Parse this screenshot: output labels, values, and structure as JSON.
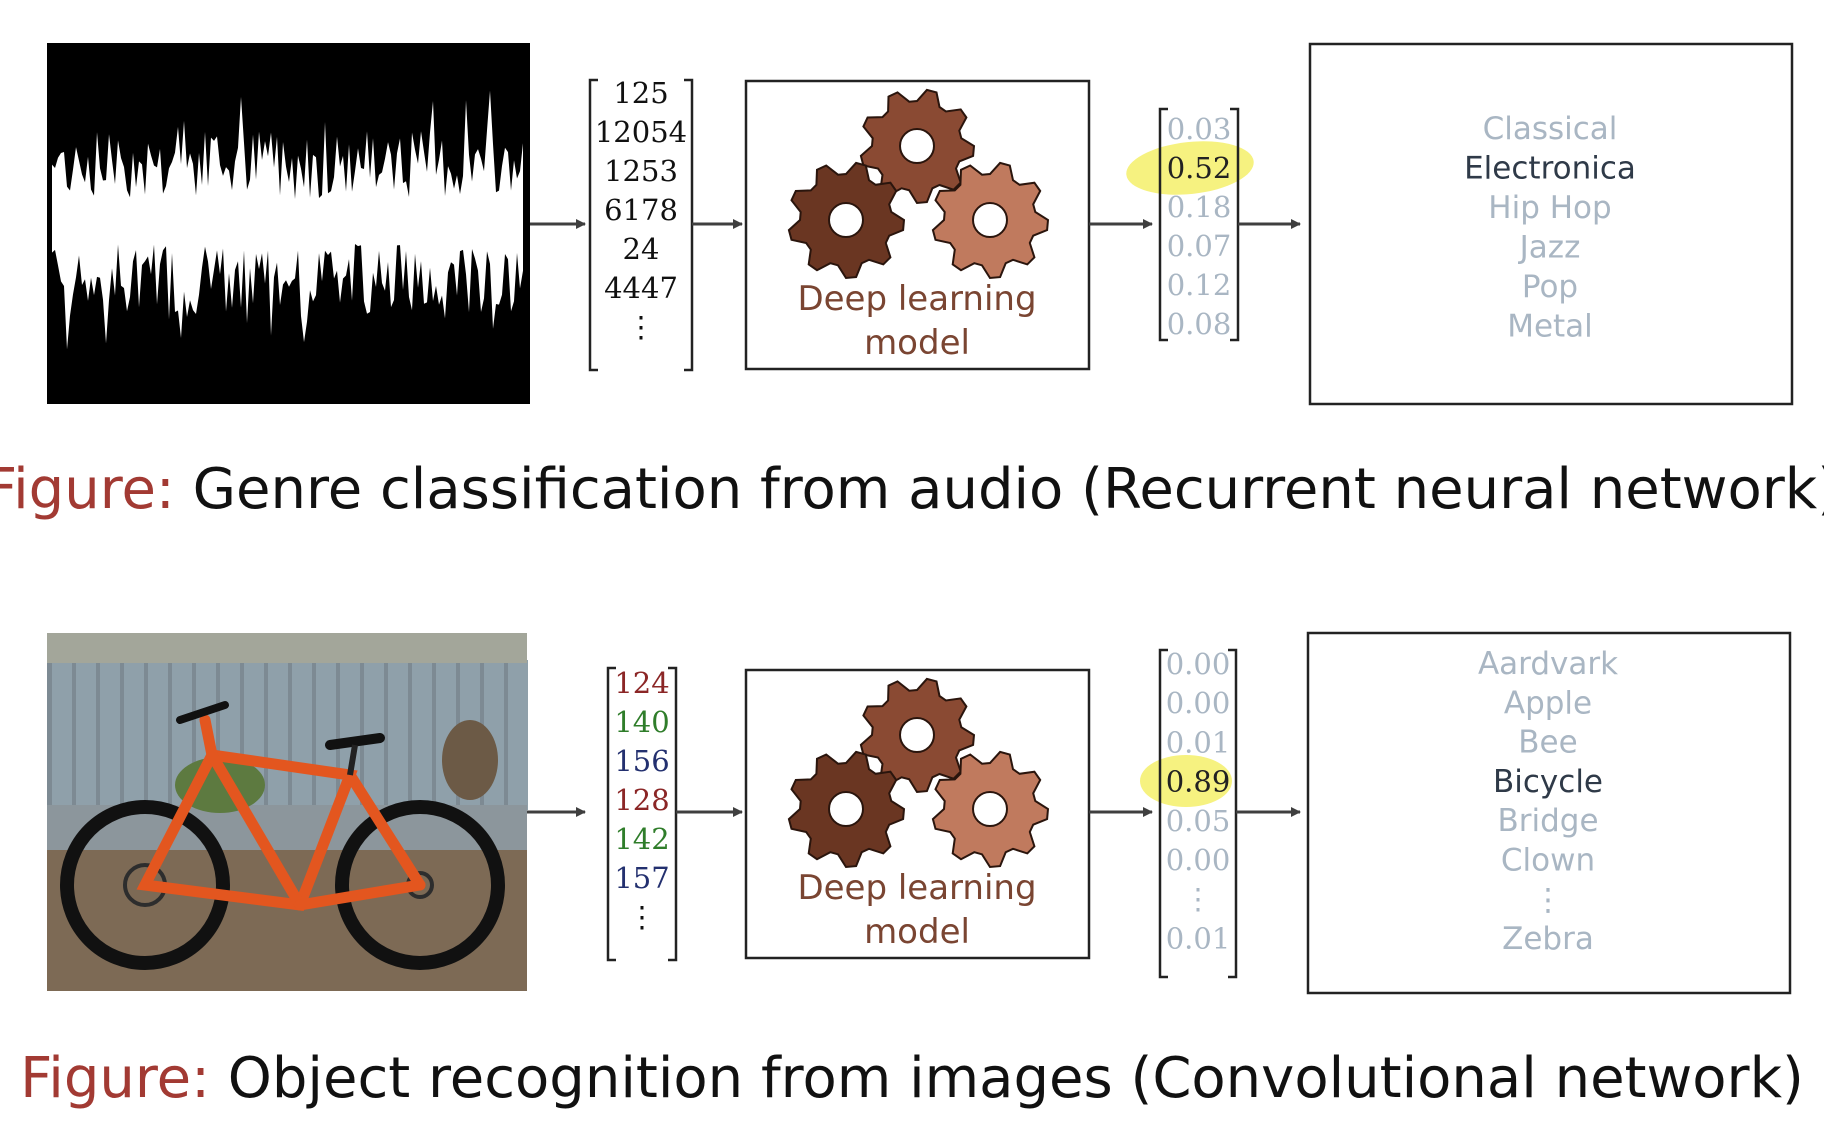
{
  "colors": {
    "arrow": "#3f3f3f",
    "box_border": "#2b2b2b",
    "highlight": "#f4f06a",
    "dim_text": "#a9b6c3",
    "active_text": "#2f3a48",
    "gear_dark": "#6a3622",
    "gear_mid": "#8a4a33",
    "gear_light": "#c07a5e",
    "model_text": "#7a4532",
    "caption_prefix": "#a23a33",
    "caption_text": "#111111",
    "pixel_red": "#8b2626",
    "pixel_green": "#2f7d2a",
    "pixel_blue": "#23306f"
  },
  "model_label": [
    "Deep learning",
    "model"
  ],
  "row1": {
    "input_kind": "audio waveform",
    "vector_values": [
      "125",
      "12054",
      "1253",
      "6178",
      "24",
      "4447",
      "⋮"
    ],
    "probabilities": [
      "0.03",
      "0.52",
      "0.18",
      "0.07",
      "0.12",
      "0.08"
    ],
    "highlight_index": 1,
    "classes": [
      "Classical",
      "Electronica",
      "Hip Hop",
      "Jazz",
      "Pop",
      "Metal"
    ],
    "active_class_index": 1,
    "caption_prefix": "Figure:",
    "caption_text": " Genre classification from audio (Recurrent neural network)"
  },
  "row2": {
    "input_kind": "photo of a bicycle",
    "vector_values": [
      "124",
      "140",
      "156",
      "128",
      "142",
      "157",
      "⋮"
    ],
    "vector_channels": [
      "red",
      "green",
      "blue",
      "red",
      "green",
      "blue",
      "none"
    ],
    "probabilities": [
      "0.00",
      "0.00",
      "0.01",
      "0.89",
      "0.05",
      "0.00",
      "⋮",
      "0.01"
    ],
    "highlight_index": 3,
    "classes": [
      "Aardvark",
      "Apple",
      "Bee",
      "Bicycle",
      "Bridge",
      "Clown",
      "⋮",
      "Zebra"
    ],
    "active_class_index": 3,
    "caption_prefix": "Figure:",
    "caption_text": " Object recognition from images (Convolutional network)"
  }
}
